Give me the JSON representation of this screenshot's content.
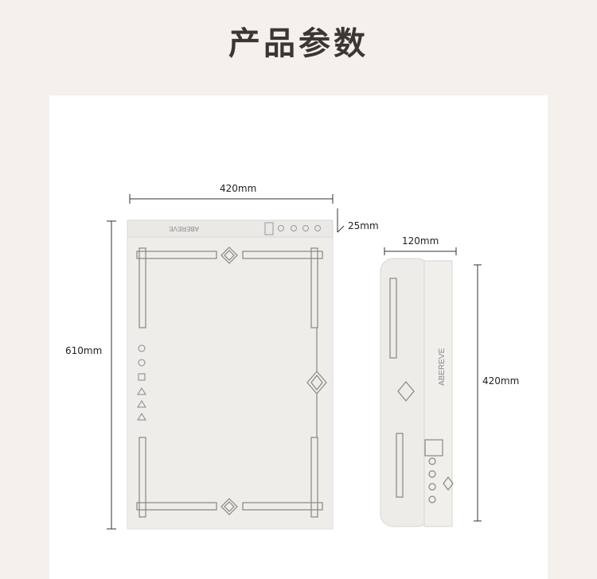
{
  "title": "产品参数",
  "brand": "ABEREVE",
  "dimensions": {
    "mat_width": "420mm",
    "mat_height": "610mm",
    "mat_thickness": "25mm",
    "roll_diameter": "120mm",
    "roll_length": "420mm"
  },
  "colors": {
    "page_bg": "#f4f1ed",
    "panel": "#ffffff",
    "mat": "#efedea",
    "pattern": "#8a8580"
  }
}
